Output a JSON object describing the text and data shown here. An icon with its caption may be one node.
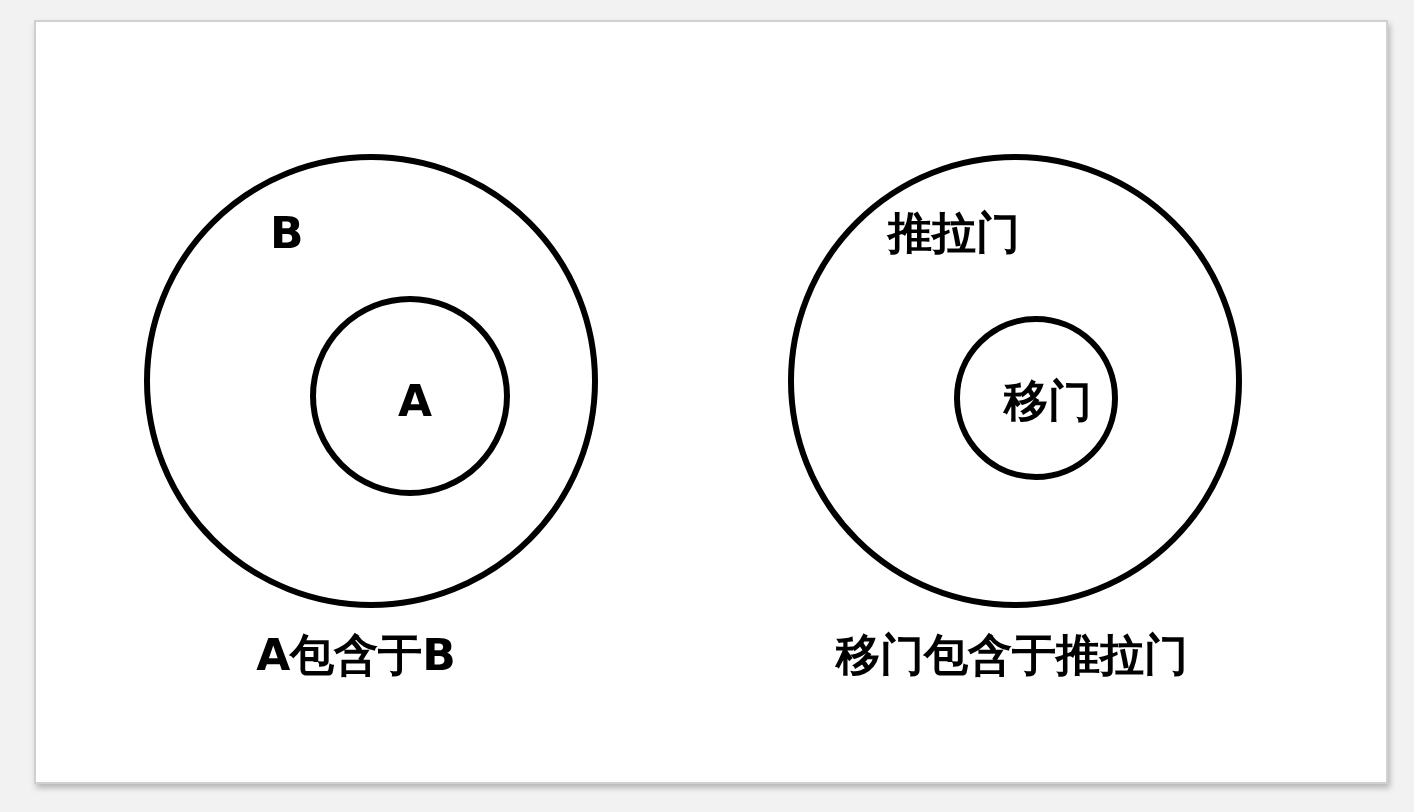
{
  "diagram": {
    "nodes": [
      {
        "text": [
          "B"
        ]
      },
      {
        "text": [
          "A"
        ],
        "in": 0
      },
      {
        "text": [
          "推拉门"
        ]
      },
      {
        "text": [
          "移门"
        ],
        "in": 2
      }
    ],
    "labels": [
      "A包含于B",
      "移门包含于推拉门"
    ]
  }
}
